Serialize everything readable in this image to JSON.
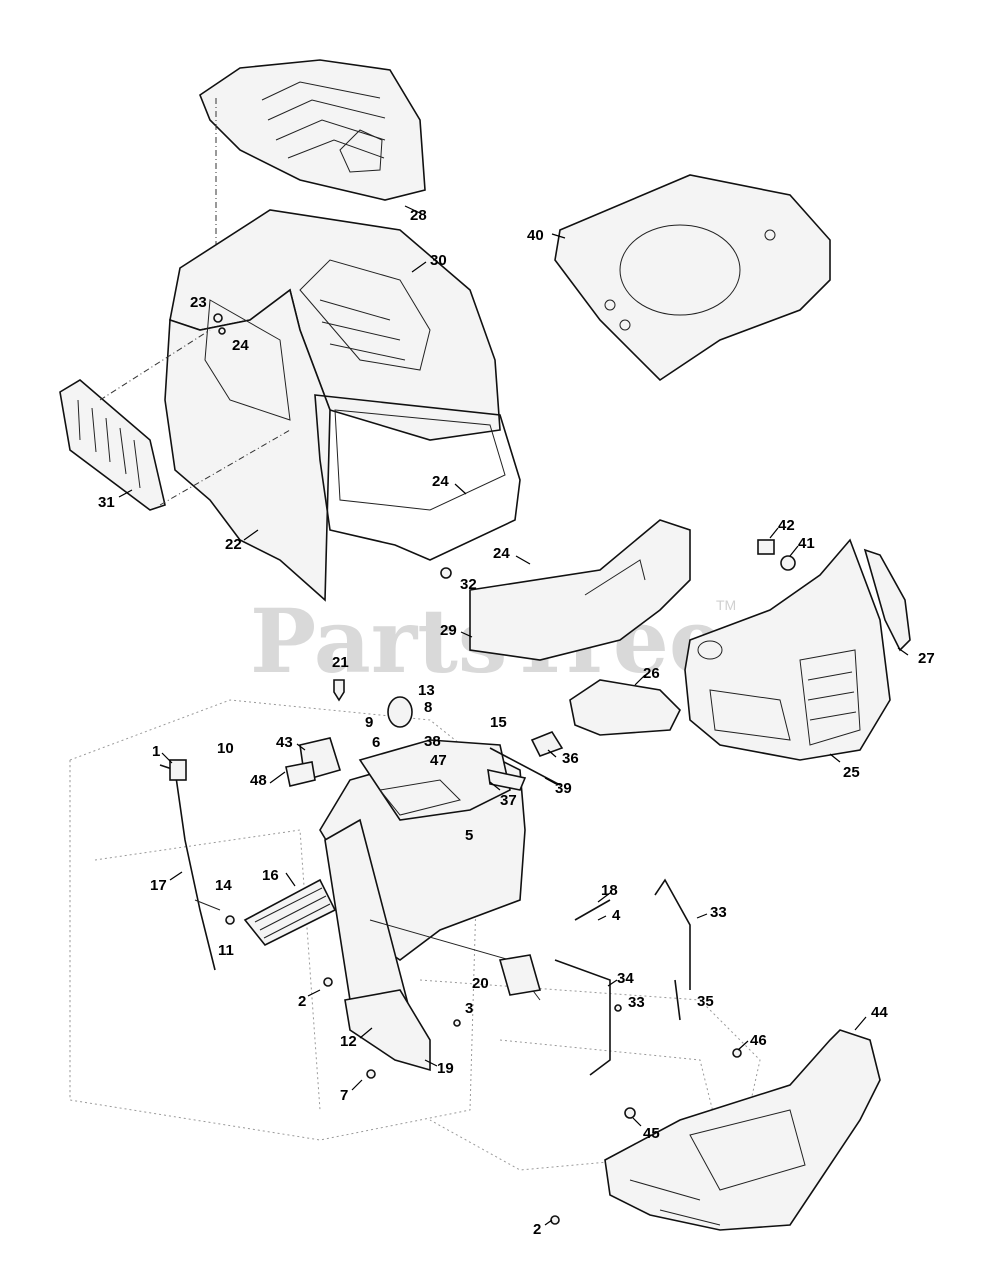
{
  "watermark": {
    "text": "PartsTree",
    "tm": "TM"
  },
  "callouts": [
    "28",
    "30",
    "40",
    "23",
    "24",
    "31",
    "22",
    "24",
    "24",
    "42",
    "41",
    "32",
    "29",
    "27",
    "21",
    "26",
    "13",
    "9",
    "8",
    "6",
    "38",
    "15",
    "36",
    "43",
    "1",
    "10",
    "47",
    "48",
    "39",
    "37",
    "25",
    "5",
    "17",
    "14",
    "16",
    "18",
    "4",
    "33",
    "11",
    "20",
    "34",
    "33",
    "2",
    "35",
    "3",
    "12",
    "19",
    "44",
    "46",
    "7",
    "45",
    "2"
  ]
}
